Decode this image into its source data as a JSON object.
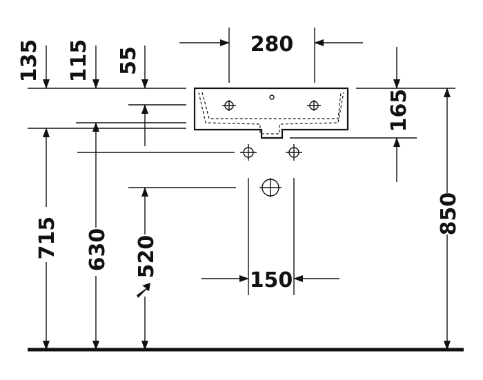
{
  "dimensions": {
    "width_top": "280",
    "height_top": "165",
    "offset_135": "135",
    "offset_115": "115",
    "offset_55": "55",
    "height_715": "715",
    "height_630": "630",
    "height_520": "520",
    "height_850": "850",
    "drain_spacing": "150"
  }
}
